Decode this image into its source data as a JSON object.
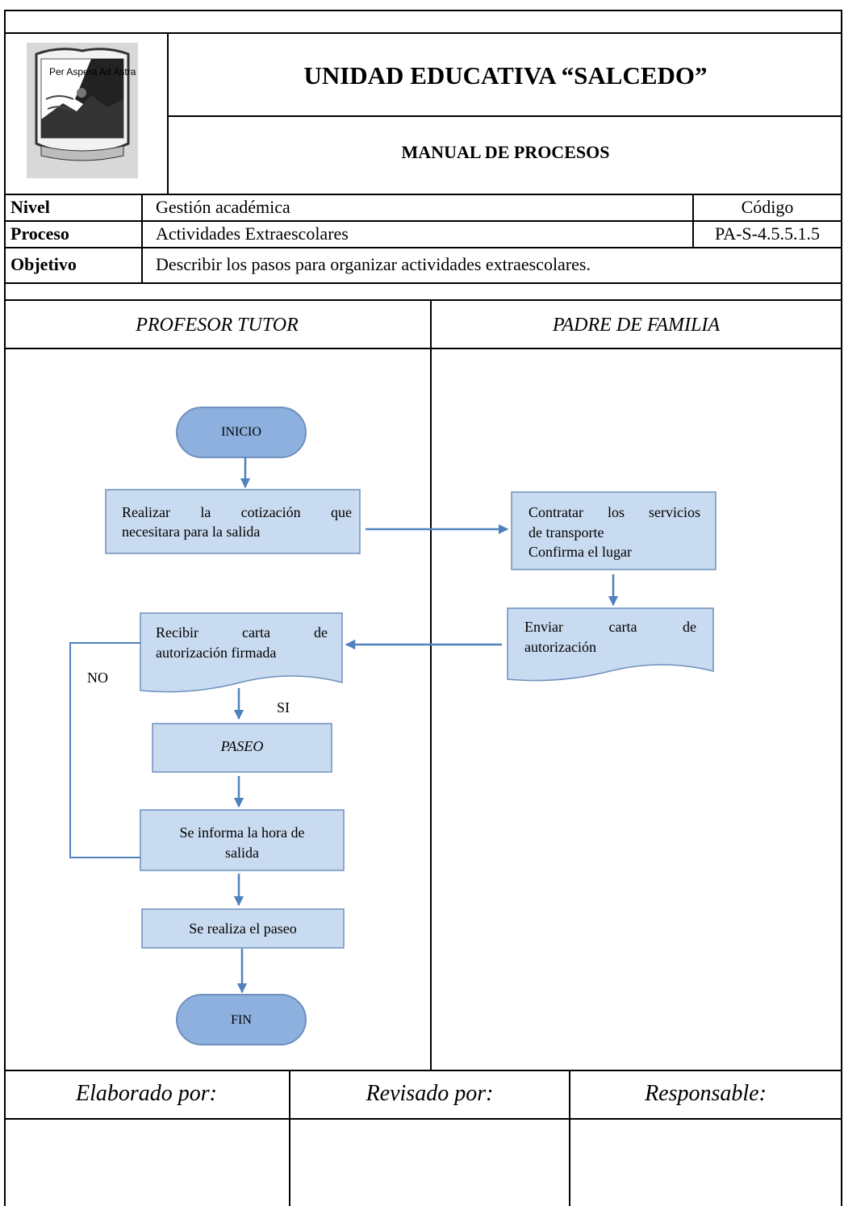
{
  "header": {
    "school": "UNIDAD EDUCATIVA “SALCEDO”",
    "manual": "MANUAL DE PROCESOS",
    "logo_text": "Per Aspera Ad Astra"
  },
  "info": {
    "nivel_label": "Nivel",
    "nivel_value": "Gestión académica",
    "codigo_label": "Código",
    "proceso_label": "Proceso",
    "proceso_value": "Actividades Extraescolares",
    "codigo_value": "PA-S-4.5.5.1.5",
    "objetivo_label": "Objetivo",
    "objetivo_value": "Describir los pasos para organizar actividades extraescolares."
  },
  "lanes": {
    "left": "PROFESOR TUTOR",
    "right": "PADRE DE FAMILIA"
  },
  "flow": {
    "inicio": "INICIO",
    "cotizacion_line1": "Realizar la cotización que",
    "cotizacion_line2": "necesitara para la salida",
    "contratar_line1": "Contratar los servicios",
    "contratar_line2": "de transporte",
    "contratar_line3": "Confirma el lugar",
    "enviar_line1": "Enviar carta de",
    "enviar_line2": "autorización",
    "recibir_line1": "Recibir carta de",
    "recibir_line2": "autorización firmada",
    "no": "NO",
    "si": "SI",
    "paseo": "PASEO",
    "informa_line1": "Se informa la hora de",
    "informa_line2": "salida",
    "realiza": "Se realiza el paseo",
    "fin": "FIN"
  },
  "footer": {
    "elaborado": "Elaborado por:",
    "revisado": "Revisado por:",
    "responsable": "Responsable:"
  },
  "colors": {
    "box_fill": "#c9dbf0",
    "box_stroke": "#6e90bd",
    "terminal_fill": "#8db0de",
    "arrow": "#4f81bd"
  }
}
